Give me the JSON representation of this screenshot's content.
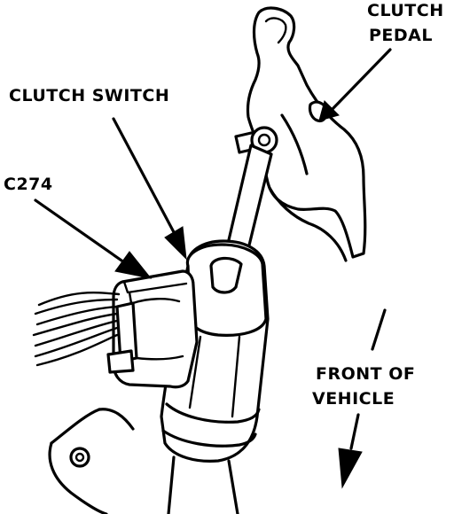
{
  "labels": {
    "clutch_pedal_line1": "CLUTCH",
    "clutch_pedal_line2": "PEDAL",
    "clutch_switch": "CLUTCH SWITCH",
    "connector": "C274",
    "front_line1": "FRONT OF",
    "front_line2": "VEHICLE"
  },
  "colors": {
    "ink": "#000000",
    "paper": "#ffffff"
  }
}
